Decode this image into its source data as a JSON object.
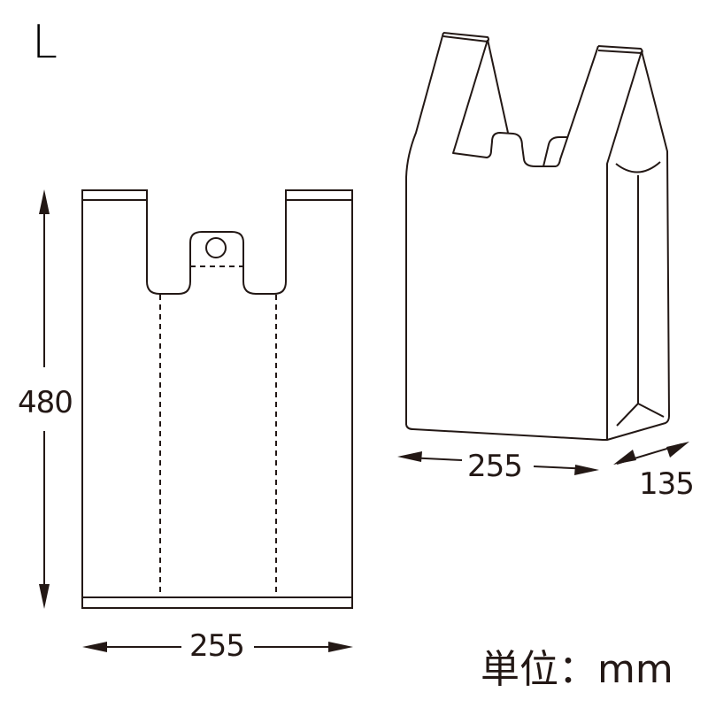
{
  "title": "L",
  "flat_view": {
    "height_label": "480",
    "width_label": "255"
  },
  "perspective_view": {
    "width_label": "255",
    "gusset_label": "135"
  },
  "unit_label": "単位：mm",
  "colors": {
    "line": "#231815",
    "background": "#ffffff"
  }
}
